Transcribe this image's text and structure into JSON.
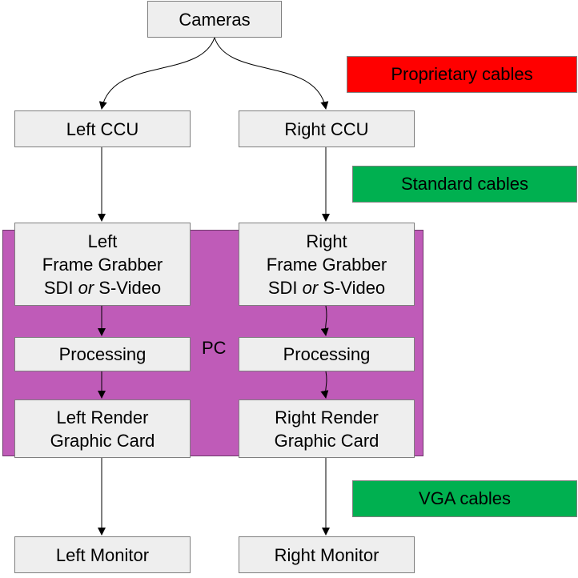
{
  "colors": {
    "pc": "#bf5bb8",
    "box": "#eeeeee",
    "proprietary": "#ff0000",
    "standard": "#00b050",
    "vga": "#00b050"
  },
  "nodes": {
    "cameras": "Cameras",
    "left_ccu": "Left CCU",
    "right_ccu": "Right CCU",
    "left_frame_grabber": {
      "line1": "Left",
      "line2": "Frame Grabber",
      "line3_pre": "SDI ",
      "line3_em": "or",
      "line3_post": " S-Video"
    },
    "right_frame_grabber": {
      "line1": "Right",
      "line2": "Frame Grabber",
      "line3_pre": "SDI ",
      "line3_em": "or",
      "line3_post": " S-Video"
    },
    "left_processing": "Processing",
    "right_processing": "Processing",
    "left_render": {
      "line1": "Left Render",
      "line2": "Graphic Card"
    },
    "right_render": {
      "line1": "Right Render",
      "line2": "Graphic Card"
    },
    "left_monitor": "Left Monitor",
    "right_monitor": "Right Monitor"
  },
  "pc_label": "PC",
  "legend": {
    "proprietary": "Proprietary cables",
    "standard": "Standard cables",
    "vga": "VGA cables"
  }
}
